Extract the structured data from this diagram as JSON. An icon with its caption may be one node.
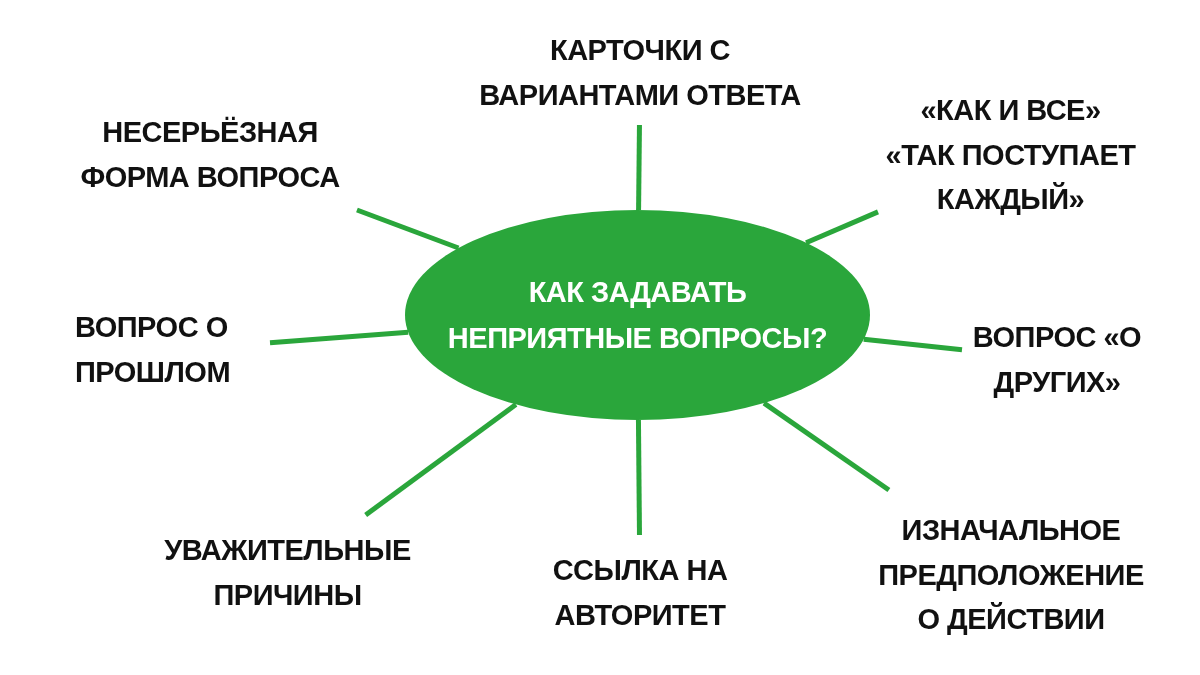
{
  "diagram": {
    "nodes": [
      {
        "text": [
          "КАК ЗАДАВАТЬ НЕПРИЯТНЫЕ ВОПРОСЫ?"
        ]
      },
      {
        "text": [
          "КАРТОЧКИ С ВАРИАНТАМИ ОТВЕТА"
        ]
      },
      {
        "text": [
          "«КАК И ВСЕ»",
          "«ТАК ПОСТУПАЕТ КАЖДЫЙ»"
        ]
      },
      {
        "text": [
          "ВОПРОС «О ДРУГИХ»"
        ]
      },
      {
        "text": [
          "ИЗНАЧАЛЬНОЕ ПРЕДПОЛОЖЕНИЕ О ДЕЙСТВИИ"
        ]
      },
      {
        "text": [
          "ССЫЛКА НА АВТОРИТЕТ"
        ]
      },
      {
        "text": [
          "УВАЖИТЕЛЬНЫЕ ПРИЧИНЫ"
        ]
      },
      {
        "text": [
          "ВОПРОС О ПРОШЛОМ"
        ]
      },
      {
        "text": [
          "НЕСЕРЬЁЗНАЯ ФОРМА ВОПРОСА"
        ]
      }
    ],
    "edges": [
      {
        "from": 0,
        "to": 1,
        "arrow": "none"
      },
      {
        "from": 0,
        "to": 2,
        "arrow": "none"
      },
      {
        "from": 0,
        "to": 3,
        "arrow": "none"
      },
      {
        "from": 0,
        "to": 4,
        "arrow": "none"
      },
      {
        "from": 0,
        "to": 5,
        "arrow": "none"
      },
      {
        "from": 0,
        "to": 6,
        "arrow": "none"
      },
      {
        "from": 0,
        "to": 7,
        "arrow": "none"
      },
      {
        "from": 0,
        "to": 8,
        "arrow": "none"
      }
    ]
  }
}
